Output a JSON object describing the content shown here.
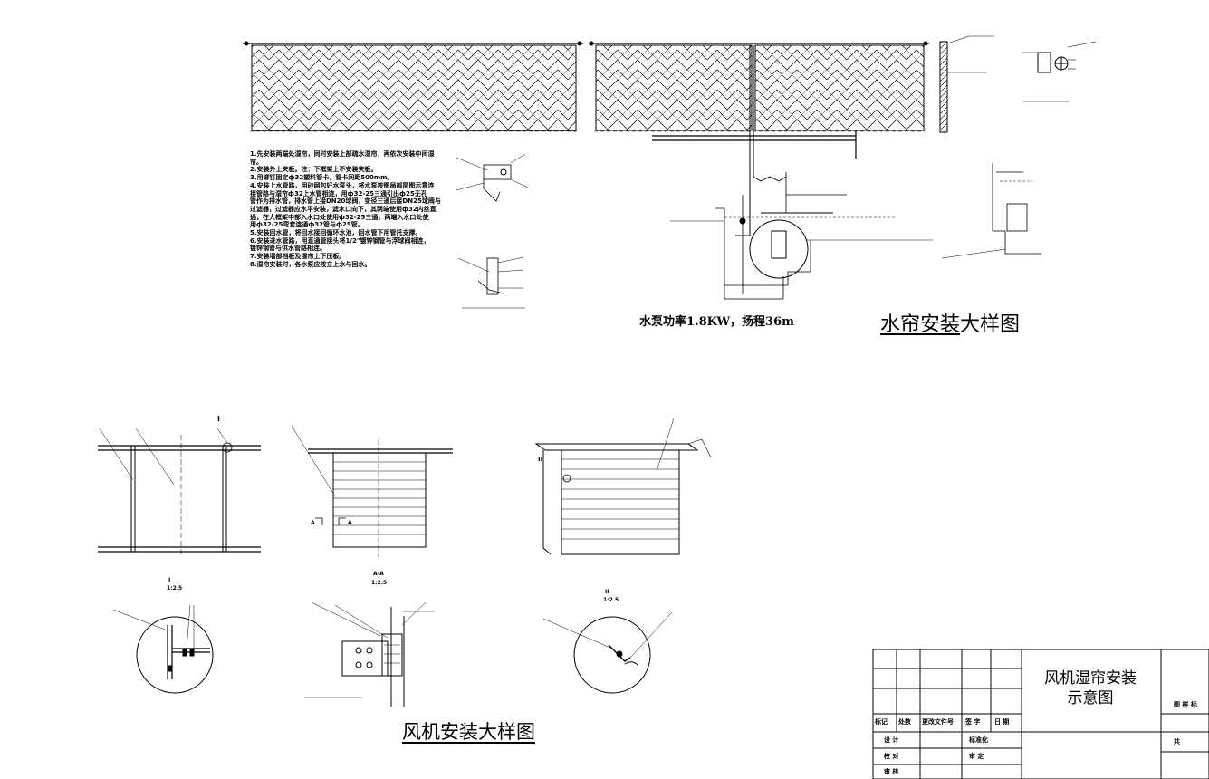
{
  "notes": [
    "1.先安装两端处湿帘，同时安装上部疏水湿帘，再依次安装中间湿",
    "帘。",
    "2.安装外上夹板。注：下框架上不安装夹板。",
    "3.用铆钉固定ф32塑料管卡，管卡间距500mm。",
    "4.安装上水管路，用砂网包好水泵头，将水泵按图局部简图示意连",
    "接管路与湿帘ф32上水管相连，用ф32-25三通引出ф25无孔",
    "管作为排水管，排水管上接DN20球阀，变径三通后接DN25球阀与",
    "过滤器，过滤器应水平安装，滤水口向下，其两端使用ф32内丝直",
    "通，在大框架中部入水口处使用ф32-25三通，两端入水口处使",
    "用ф32-25弯套连通ф32管与ф25管。",
    "5.安装回水管，将回水接回循环水池，回水管下用管托支撑。",
    "6.安装进水管路，用直通管接头将1/2\"镀锌钢管与浮球阀相连，",
    "镀锌钢管与供水管路相连。",
    "7.安装墙部挡板及湿帘上下压板。",
    "8.湿帘安装时，各水泵应按立上水与回水。"
  ],
  "pump_caption": "水泵功率1.8KW，扬程36m",
  "curtain_caption_underlined": "水帘安装",
  "curtain_caption_rest": "大样图",
  "fan_caption": "风机安装大样图",
  "fan_detail_labels": {
    "frame_I": "I",
    "section_aa": "A-A",
    "scale_I": "1:2.5",
    "scale_aa": "1:2.5",
    "detail_II": "II",
    "scale_II": "1:2.5",
    "section_a": "A"
  },
  "title_block": {
    "title_line1": "风机湿帘安装",
    "title_line2": "示意图",
    "row_headers": [
      "标记",
      "处数",
      "更改文件号",
      "签 字",
      "日 期"
    ],
    "roles_left": [
      "设 计",
      "校 对",
      "审 核"
    ],
    "roles_right": [
      "标准化",
      "审 定"
    ],
    "right_label": "图 样 标",
    "share_label": "共"
  }
}
